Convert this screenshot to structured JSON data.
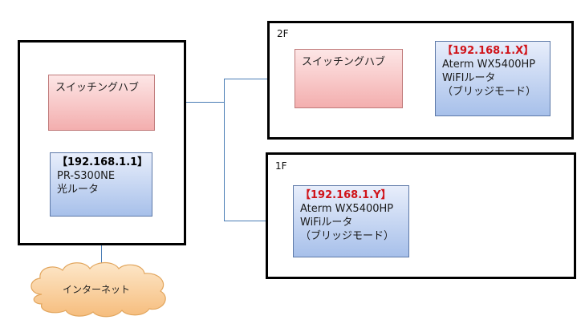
{
  "frames": {
    "left": {
      "hub": "スイッチングハブ",
      "router": {
        "ip": "【192.168.1.1】",
        "line1": "PR-S300NE",
        "line2": "光ルータ"
      }
    },
    "floor2": {
      "label": "2F",
      "hub": "スイッチングハブ",
      "router": {
        "ip": "【192.168.1.X】",
        "line1": "Aterm WX5400HP",
        "line2": "WiFIルータ",
        "line3": "（ブリッジモード）"
      }
    },
    "floor1": {
      "label": "1F",
      "router": {
        "ip": "【192.168.1.Y】",
        "line1": "Aterm WX5400HP",
        "line2": "WiFiルータ",
        "line3": "（ブリッジモード）"
      }
    }
  },
  "cloud": {
    "label": "インターネット"
  },
  "colors": {
    "hub_top": "#fde6e6",
    "hub_bottom": "#f3aeae",
    "router_top": "#e8eefb",
    "router_bottom": "#a7c0ea",
    "ip_red": "#d0141a",
    "line": "#4a7db5"
  }
}
